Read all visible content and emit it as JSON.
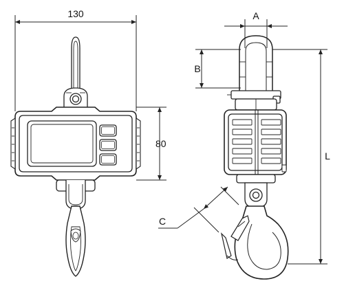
{
  "labels": {
    "width": "130",
    "height": "80",
    "a": "A",
    "b": "B",
    "c": "C",
    "l": "L"
  },
  "colors": {
    "line": "#222222",
    "fill": "#ffffff"
  }
}
